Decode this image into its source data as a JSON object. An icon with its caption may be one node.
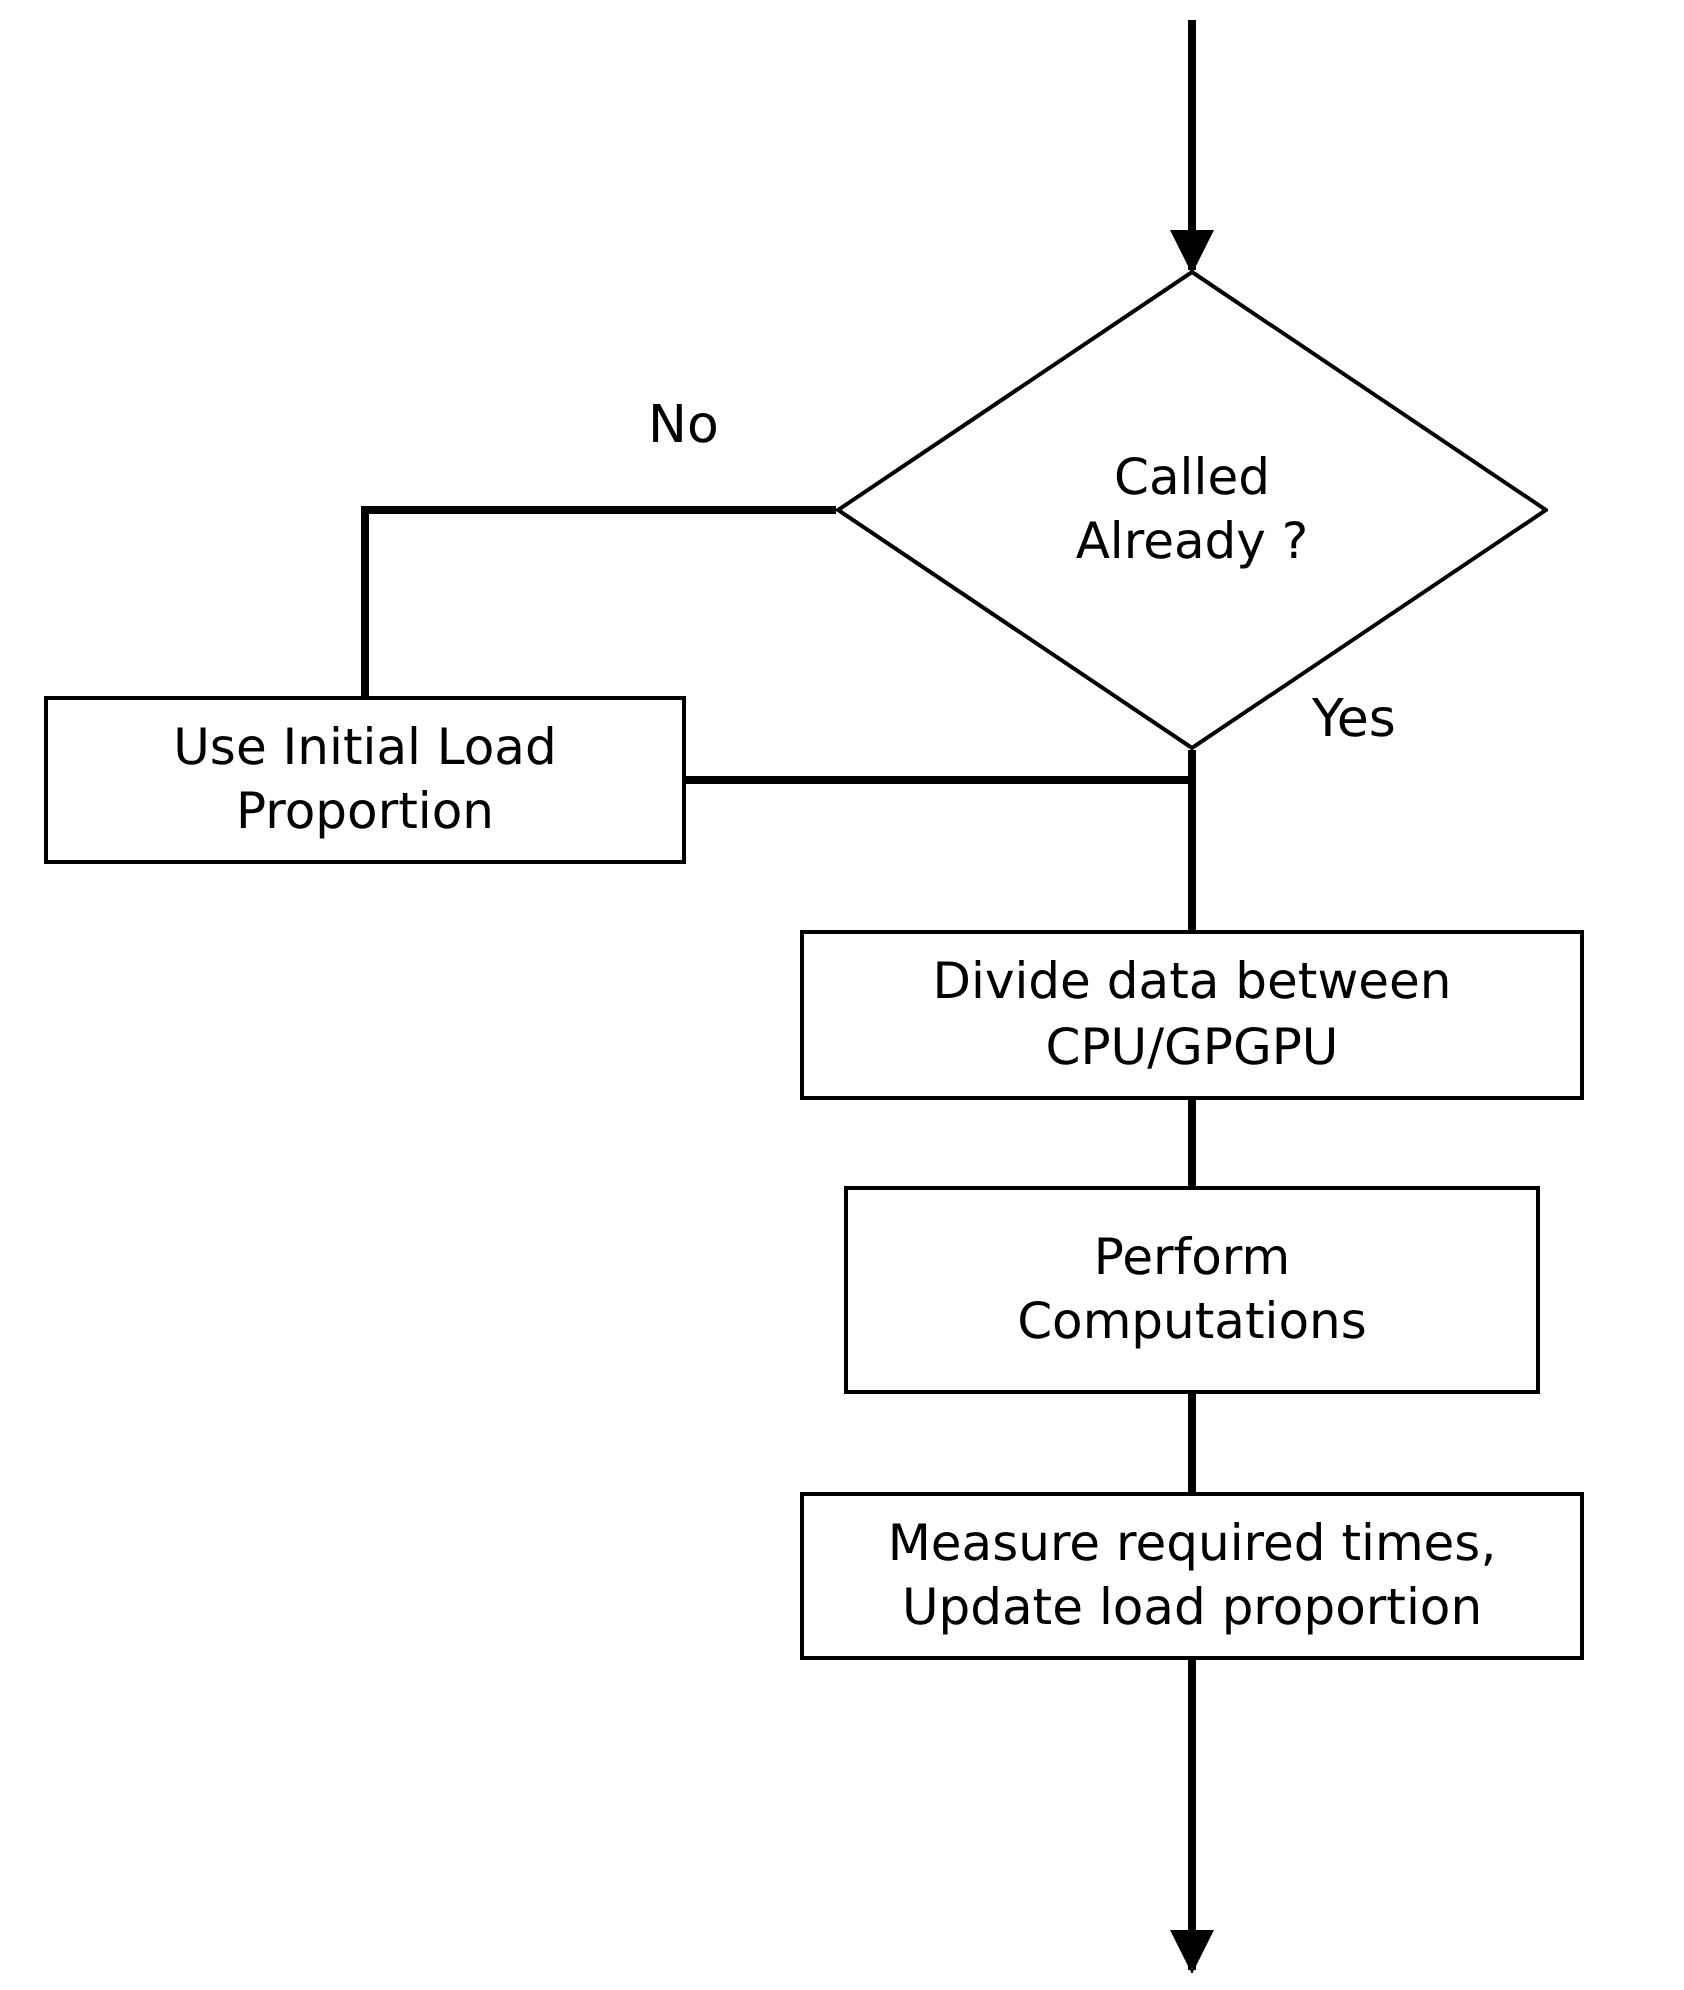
{
  "diagram": {
    "nodes": [
      {
        "text": [
          "Called Already ?"
        ]
      },
      {
        "text": [
          "Use Initial Load Proportion"
        ]
      },
      {
        "text": [
          "Divide data between CPU/GPGPU"
        ]
      },
      {
        "text": [
          "Perform Computations"
        ]
      },
      {
        "text": [
          "Measure required times, Update load proportion"
        ]
      }
    ],
    "edges": [
      {
        "from": null,
        "to": 0,
        "arrow": "to"
      },
      {
        "from": 0,
        "to": 1,
        "arrow": "none",
        "label": "No"
      },
      {
        "from": 0,
        "to": 2,
        "arrow": "none",
        "label": "Yes"
      },
      {
        "from": 1,
        "to": 2,
        "arrow": "none"
      },
      {
        "from": 2,
        "to": 3,
        "arrow": "none"
      },
      {
        "from": 3,
        "to": 4,
        "arrow": "none"
      },
      {
        "from": 4,
        "to": null,
        "arrow": "to"
      }
    ]
  }
}
